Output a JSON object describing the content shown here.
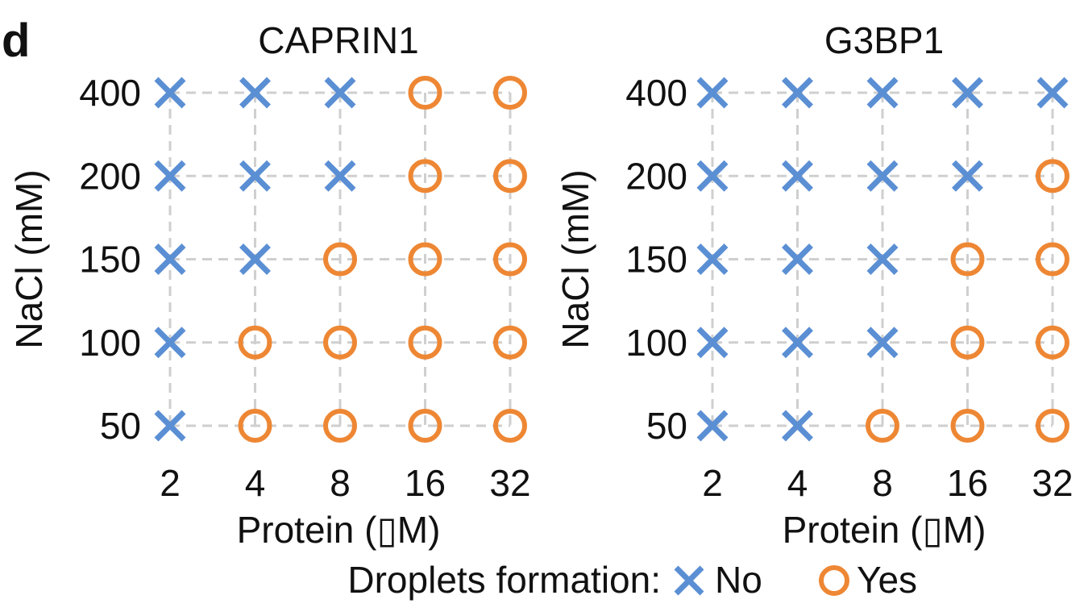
{
  "panel_label": "d",
  "colors": {
    "no": "#5b8fd4",
    "yes": "#ee8734",
    "grid": "#cfcfcf",
    "text": "#111111"
  },
  "legend": {
    "title": "Droplets formation:",
    "items": [
      {
        "label": "No",
        "marker": "cross",
        "value": "no"
      },
      {
        "label": "Yes",
        "marker": "circle",
        "value": "yes"
      }
    ]
  },
  "chart_data": [
    {
      "type": "scatter",
      "title": "CAPRIN1",
      "xlabel": "Protein (▯M)",
      "ylabel": "NaCl (mM)",
      "x_categories": [
        "2",
        "4",
        "8",
        "16",
        "32"
      ],
      "y_categories": [
        "50",
        "100",
        "150",
        "200",
        "400"
      ],
      "grid": true,
      "droplets": {
        "400": [
          "no",
          "no",
          "no",
          "yes",
          "yes"
        ],
        "200": [
          "no",
          "no",
          "no",
          "yes",
          "yes"
        ],
        "150": [
          "no",
          "no",
          "yes",
          "yes",
          "yes"
        ],
        "100": [
          "no",
          "yes",
          "yes",
          "yes",
          "yes"
        ],
        "50": [
          "no",
          "yes",
          "yes",
          "yes",
          "yes"
        ]
      }
    },
    {
      "type": "scatter",
      "title": "G3BP1",
      "xlabel": "Protein (▯M)",
      "ylabel": "NaCl (mM)",
      "x_categories": [
        "2",
        "4",
        "8",
        "16",
        "32"
      ],
      "y_categories": [
        "50",
        "100",
        "150",
        "200",
        "400"
      ],
      "grid": true,
      "droplets": {
        "400": [
          "no",
          "no",
          "no",
          "no",
          "no"
        ],
        "200": [
          "no",
          "no",
          "no",
          "no",
          "yes"
        ],
        "150": [
          "no",
          "no",
          "no",
          "yes",
          "yes"
        ],
        "100": [
          "no",
          "no",
          "no",
          "yes",
          "yes"
        ],
        "50": [
          "no",
          "no",
          "yes",
          "yes",
          "yes"
        ]
      }
    }
  ]
}
